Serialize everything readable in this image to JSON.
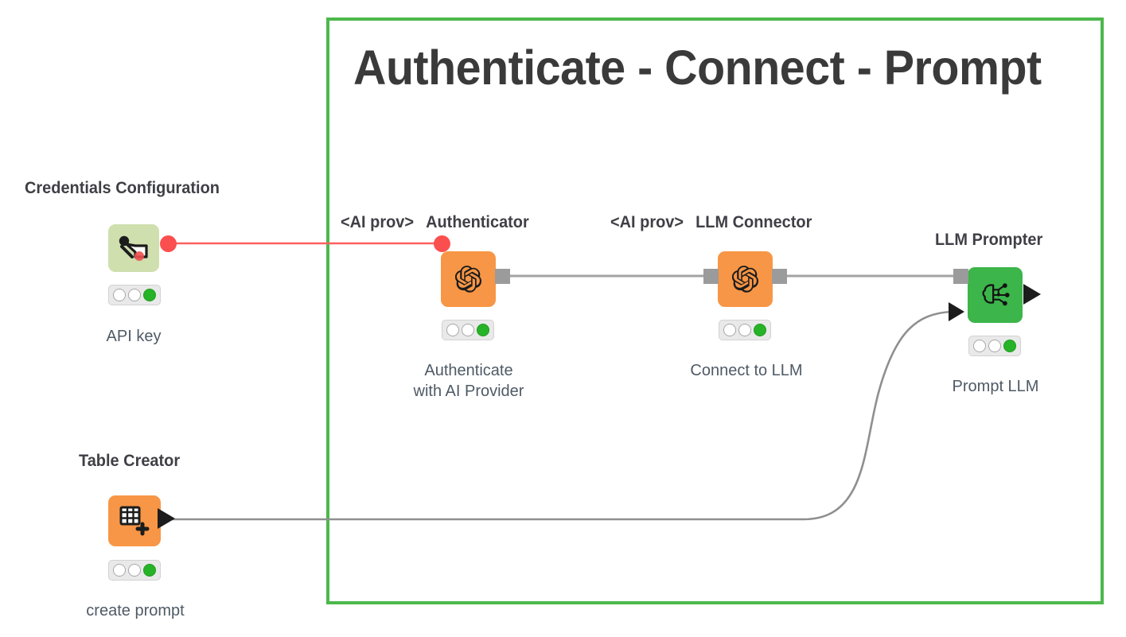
{
  "frame": {
    "label": "workflow-group-frame",
    "color": "#4cb84c"
  },
  "title": "Authenticate - Connect - Prompt",
  "colors": {
    "frame_green": "#4cb84c",
    "node_orange": "#f79646",
    "node_green": "#3cb54a",
    "node_olive": "#cfdfae",
    "red_link": "#fb4f4f",
    "gray_link": "#8c8c8c",
    "status_on": "#27b327",
    "caption_text": "#4e5a66",
    "heading_text": "#3f3f46"
  },
  "nodes": [
    {
      "id": "credentials-configuration",
      "heading": "Credentials Configuration",
      "provider": "",
      "caption": "API key",
      "icon": "key-plug-icon",
      "box_color": "#cfdfae",
      "status": [
        "off",
        "off",
        "on"
      ]
    },
    {
      "id": "authenticator",
      "heading": "Authenticator",
      "provider": "<AI prov>",
      "caption": "Authenticate\nwith AI Provider",
      "icon": "openai-logo-icon",
      "box_color": "#f79646",
      "status": [
        "off",
        "off",
        "on"
      ]
    },
    {
      "id": "llm-connector",
      "heading": "LLM Connector",
      "provider": "<AI prov>",
      "caption": "Connect to LLM",
      "icon": "openai-logo-icon",
      "box_color": "#f79646",
      "status": [
        "off",
        "off",
        "on"
      ]
    },
    {
      "id": "llm-prompter",
      "heading": "LLM Prompter",
      "provider": "",
      "caption": "Prompt LLM",
      "icon": "brain-circuit-icon",
      "box_color": "#3cb54a",
      "status": [
        "off",
        "off",
        "on"
      ]
    },
    {
      "id": "table-creator",
      "heading": "Table Creator",
      "provider": "",
      "caption": "create prompt",
      "icon": "table-plus-icon",
      "box_color": "#f79646",
      "status": [
        "off",
        "off",
        "on"
      ]
    }
  ],
  "connections": [
    {
      "id": "credentials-to-authenticator",
      "type": "credential",
      "color": "#fb4f4f"
    },
    {
      "id": "authenticator-to-llm-connector",
      "type": "model",
      "color": "#8c8c8c"
    },
    {
      "id": "llm-connector-to-llm-prompter",
      "type": "model",
      "color": "#8c8c8c"
    },
    {
      "id": "table-creator-to-llm-prompter",
      "type": "data",
      "color": "#8c8c8c"
    }
  ]
}
